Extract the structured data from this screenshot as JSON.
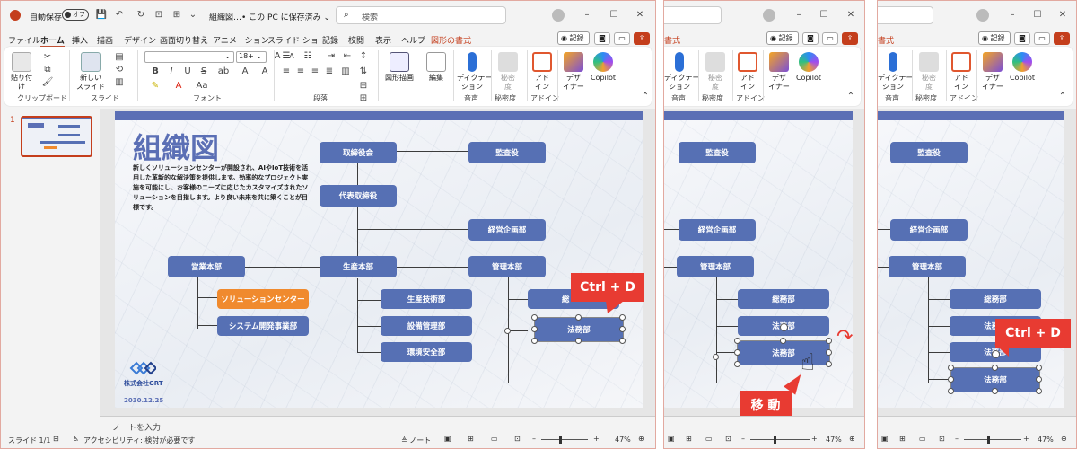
{
  "titlebar": {
    "autosave": "自動保存",
    "autosave_state": "オフ",
    "filename": "組織図…",
    "save_state": "• この PC に保存済み ⌄",
    "search_placeholder": "検索"
  },
  "menu": [
    "ファイル",
    "ホーム",
    "挿入",
    "描画",
    "デザイン",
    "画面切り替え",
    "アニメーション",
    "スライド ショー",
    "記録",
    "校閲",
    "表示",
    "ヘルプ",
    "図形の書式"
  ],
  "menu_right": {
    "record": "記録"
  },
  "ribbon": {
    "paste": "貼り付け",
    "new_slide": "新しい\nスライド",
    "font_size": "18+",
    "shape_draw": "図形描画",
    "edit": "編集",
    "dictation": "ディクテー\nション",
    "sensitivity": "秘密\n度",
    "addin": "アド\nイン",
    "designer": "デザ\nイナー",
    "copilot": "Copilot",
    "groups": {
      "clipboard": "クリップボード",
      "slide": "スライド",
      "font": "フォント",
      "paragraph": "段落",
      "voice": "音声",
      "sensitivity": "秘密度",
      "addin": "アドイン"
    },
    "w2": {
      "dictation": "ディクテー\nション",
      "sensitivity": "秘密度",
      "addin": "アド\nイン",
      "designer": "デザ\nイナー",
      "copilot": "Copilot"
    }
  },
  "thumb_number": "1",
  "slide": {
    "title": "組織図",
    "desc": "新しくソリューションセンターが開設され、AIやIoT技術を活用した革新的な解決策を提供します。効率的なプロジェクト実施を可能にし、お客様のニーズに応じたカスタマイズされたソリューションを目指します。より良い未来を共に築くことが目標です。",
    "logo": "株式会社GRT",
    "date": "2030.12.25",
    "boxes": {
      "board": "取締役会",
      "auditor": "監査役",
      "ceo": "代表取締役",
      "planning": "経営企画部",
      "production": "生産本部",
      "admin": "管理本部",
      "sales": "営業本部",
      "solution": "ソリューションセンター",
      "sysdev": "システム開発事業部",
      "tech": "生産技術部",
      "equip": "設備管理部",
      "env": "環境安全部",
      "general": "総務部",
      "general_partial": "総",
      "legal": "法務部"
    }
  },
  "callouts": {
    "ctrl_d": "Ctrl + D",
    "move": "移 動"
  },
  "notes_placeholder": "ノートを入力",
  "status": {
    "slide": "スライド 1/1",
    "accessibility": "アクセシビリティ: 検討が必要です",
    "notes": "ノート",
    "zoom": "47%"
  },
  "colors": {
    "box": "#5670b4",
    "orange": "#f08a2e",
    "accent": "#c43e1c",
    "callout": "#e83b32"
  }
}
